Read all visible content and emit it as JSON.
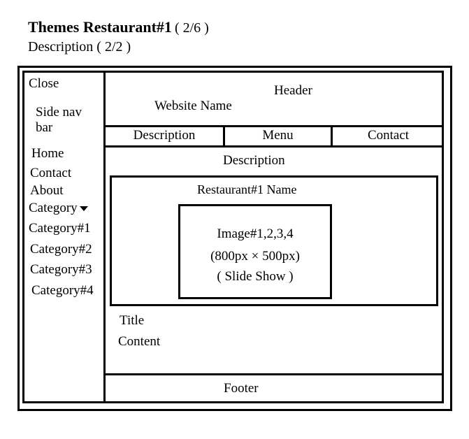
{
  "page": {
    "title_bold": "Themes Restaurant#1",
    "title_count": "( 2/6 )",
    "subtitle": "Description ( 2/2 )"
  },
  "sidenav": {
    "close": "Close",
    "label_line1": "Side nav",
    "label_line2": "bar",
    "items": [
      "Home",
      "Contact",
      "About"
    ],
    "category": "Category",
    "categories": [
      "Category#1",
      "Category#2",
      "Category#3",
      "Category#4"
    ]
  },
  "header": {
    "label": "Header",
    "site_name": "Website Name"
  },
  "nav": {
    "items": [
      "Description",
      "Menu",
      "Contact"
    ]
  },
  "main": {
    "section_title": "Description",
    "restaurant_name": "Restaurant#1 Name",
    "image_line1": "Image#1,2,3,4",
    "image_line2": "(800px × 500px)",
    "image_line3": "( Slide Show )",
    "title": "Title",
    "content": "Content"
  },
  "footer": {
    "label": "Footer"
  }
}
